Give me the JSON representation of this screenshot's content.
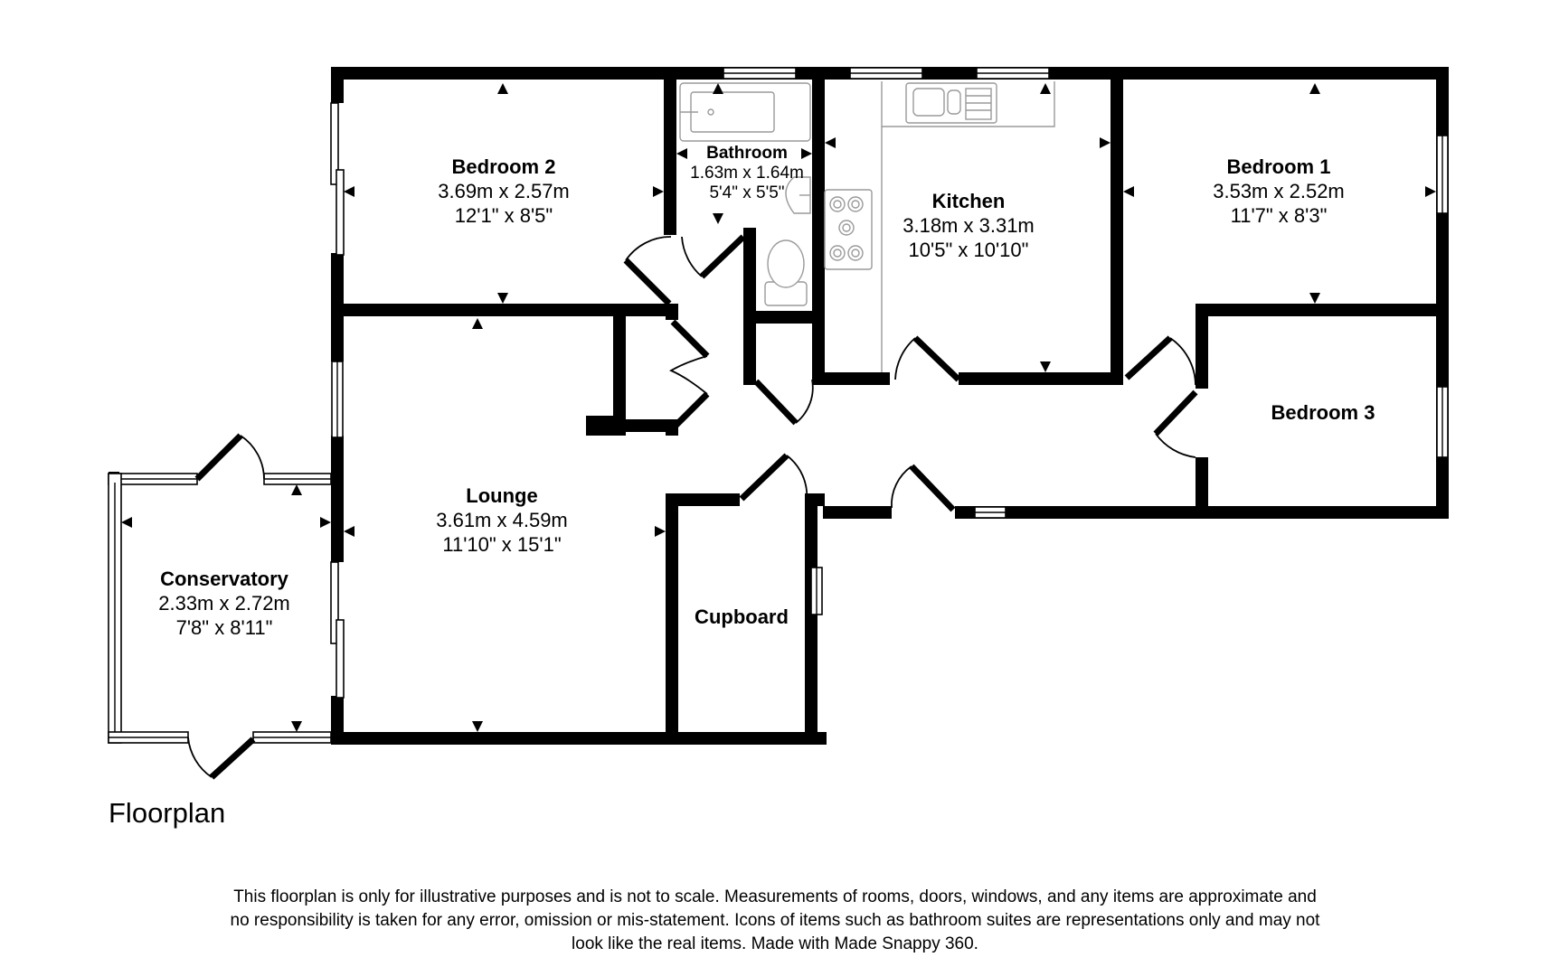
{
  "title": "Floorplan",
  "rooms": {
    "bedroom2": {
      "name": "Bedroom 2",
      "metric": "3.69m x 2.57m",
      "imperial": "12'1\" x 8'5\""
    },
    "bathroom": {
      "name": "Bathroom",
      "metric": "1.63m x 1.64m",
      "imperial": "5'4\" x 5'5\""
    },
    "kitchen": {
      "name": "Kitchen",
      "metric": "3.18m x 3.31m",
      "imperial": "10'5\" x 10'10\""
    },
    "bedroom1": {
      "name": "Bedroom 1",
      "metric": "3.53m x 2.52m",
      "imperial": "11'7\" x 8'3\""
    },
    "bedroom3": {
      "name": "Bedroom 3"
    },
    "lounge": {
      "name": "Lounge",
      "metric": "3.61m x 4.59m",
      "imperial": "11'10\" x 15'1\""
    },
    "conservatory": {
      "name": "Conservatory",
      "metric": "2.33m x 2.72m",
      "imperial": "7'8\" x 8'11\""
    },
    "cupboard": {
      "name": "Cupboard"
    }
  },
  "disclaimer": "This floorplan is only for illustrative purposes and is not to scale. Measurements of rooms, doors, windows, and any items are approximate and no responsibility is taken for any error, omission or mis-statement. Icons of items such as bathroom suites are representations only and may not look like the real items. Made with Made Snappy 360.",
  "icons": [
    "wall",
    "window",
    "door-swing",
    "measurement-arrow",
    "bath-icon",
    "toilet-icon",
    "basin-icon",
    "sink-icon",
    "hob-icon"
  ],
  "colors": {
    "wall": "#000000",
    "fixture": "#9a9a9a",
    "background": "#ffffff"
  }
}
